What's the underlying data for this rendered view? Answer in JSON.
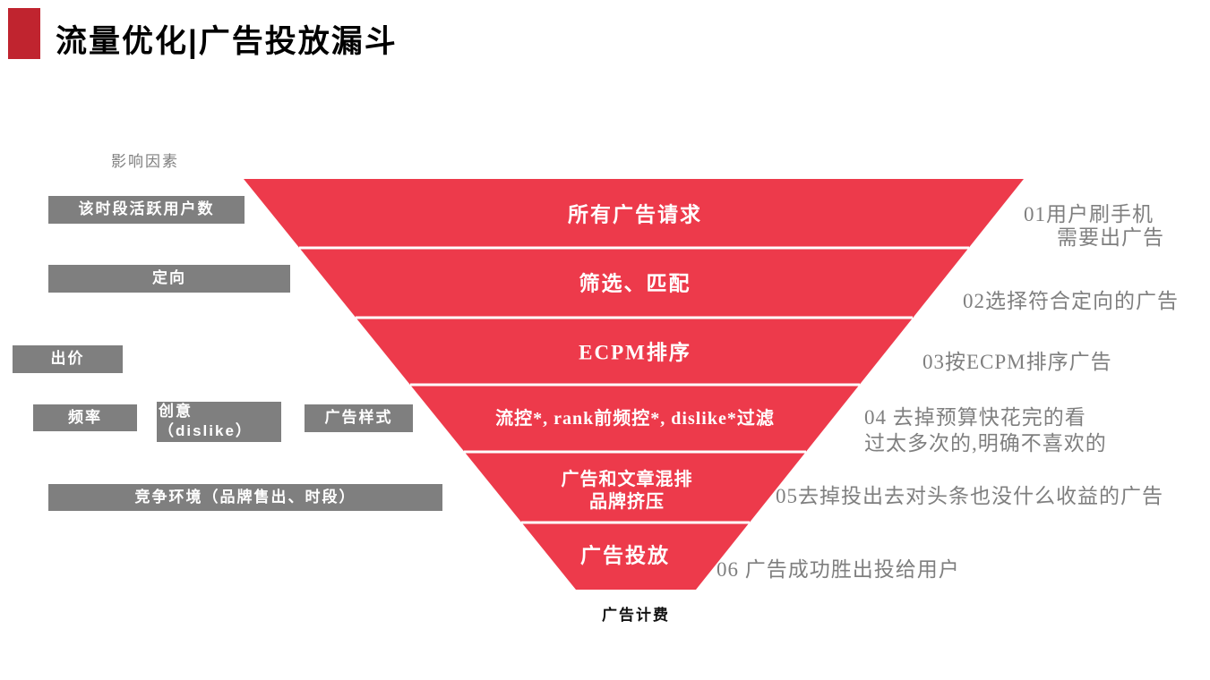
{
  "title": {
    "text": "流量优化|广告投放漏斗"
  },
  "colors": {
    "funnel_red": "#ed3a4b",
    "title_square_red": "#c0242f",
    "box_gray": "#7f7f7f",
    "annotation_gray": "#7f7f7f"
  },
  "left_panel": {
    "heading": "影响因素",
    "factors": [
      {
        "label": "该时段活跃用户数"
      },
      {
        "label": "定向"
      },
      {
        "label": "出价"
      },
      {
        "label": "频率"
      },
      {
        "label": "创意",
        "label2": "（dislike）"
      },
      {
        "label": "广告样式"
      },
      {
        "label": "竞争环境（品牌售出、时段）"
      }
    ]
  },
  "funnel": {
    "layers": [
      {
        "label": "所有广告请求"
      },
      {
        "label": "筛选、匹配"
      },
      {
        "label": "ECPM排序"
      },
      {
        "label": "流控*, rank前频控*, dislike*过滤"
      },
      {
        "label": "广告和文章混排",
        "label2": "品牌挤压"
      },
      {
        "label": "广告投放"
      }
    ],
    "caption": "广告计费"
  },
  "annotations": [
    {
      "lines": [
        "01用户刷手机",
        "需要出广告"
      ]
    },
    {
      "lines": [
        "02选择符合定向的广告"
      ]
    },
    {
      "lines": [
        "03按ECPM排序广告"
      ]
    },
    {
      "lines": [
        "04 去掉预算快花完的看",
        "过太多次的,明确不喜欢的"
      ]
    },
    {
      "lines": [
        "05去掉投出去对头条也没什么收益的广告"
      ]
    },
    {
      "lines": [
        "06 广告成功胜出投给用户"
      ]
    }
  ]
}
